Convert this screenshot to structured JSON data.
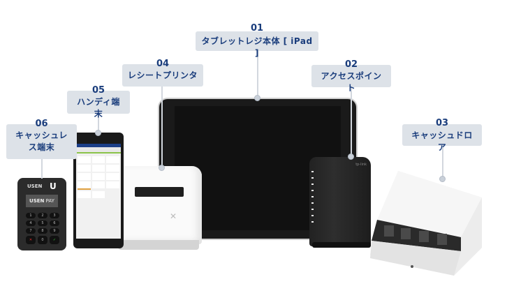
{
  "labels": [
    {
      "num": "01",
      "text": "タブレットレジ本体 [ iPad ]"
    },
    {
      "num": "02",
      "text": "アクセスポイント"
    },
    {
      "num": "03",
      "text": "キャッシュドロア"
    },
    {
      "num": "04",
      "text": "レシートプリンタ"
    },
    {
      "num": "05",
      "text": "ハンディ端末"
    },
    {
      "num": "06",
      "text": "キャッシュレス端末"
    }
  ],
  "devices": {
    "payment_terminal": {
      "brand": "USEN",
      "logo": "U",
      "screen_text_bold": "USEN",
      "screen_text": "PAY",
      "keys": [
        "1",
        "2",
        "3",
        "4",
        "5",
        "6",
        "7",
        "8",
        "9",
        "✕",
        "0",
        "✓"
      ]
    },
    "router": {
      "brand": "tp-link"
    }
  },
  "colors": {
    "label_bg": "#dde2e8",
    "label_text": "#1a3d7c",
    "connector": "#d2d7de"
  }
}
